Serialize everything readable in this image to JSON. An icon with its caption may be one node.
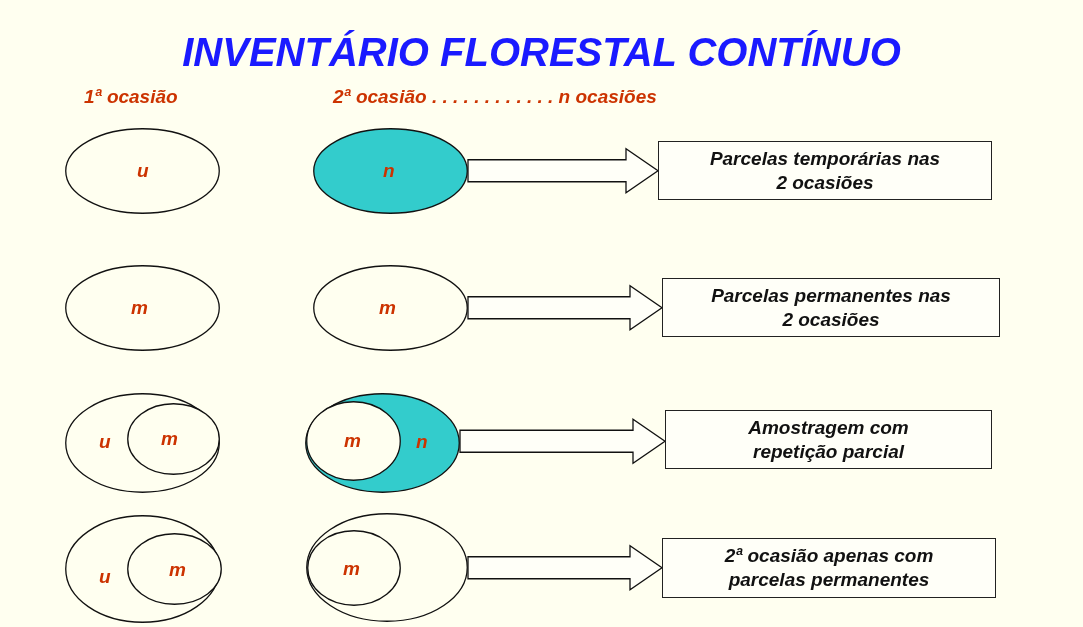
{
  "diagram": {
    "title": "INVENTÁRIO FLORESTAL CONTÍNUO",
    "nodes": [
      {
        "text": [
          "u"
        ]
      },
      {
        "text": [
          "n"
        ]
      },
      {
        "text": [
          "Parcelas temporárias nas 2 ocasiões"
        ]
      },
      {
        "text": [
          "m"
        ]
      },
      {
        "text": [
          "m"
        ]
      },
      {
        "text": [
          "Parcelas permanentes nas 2 ocasiões"
        ]
      },
      {
        "text": [
          "u"
        ]
      },
      {
        "text": [
          "m"
        ],
        "in": 6
      },
      {
        "text": [
          "n"
        ]
      },
      {
        "text": [
          "m"
        ],
        "in": 8
      },
      {
        "text": [
          "Amostragem com repetição parcial"
        ]
      },
      {
        "text": [
          "u"
        ]
      },
      {
        "text": [
          "m"
        ],
        "in": 11
      },
      {
        "text": [],
        "shape": "ellipse"
      },
      {
        "text": [
          "m"
        ],
        "in": 13
      },
      {
        "text": [
          "2ª ocasião apenas com parcelas permanentes"
        ]
      }
    ],
    "edges": [
      {
        "from": 1,
        "to": 2,
        "arrow": "to"
      },
      {
        "from": 4,
        "to": 5,
        "arrow": "to"
      },
      {
        "from": 8,
        "to": 10,
        "arrow": "to"
      },
      {
        "from": 13,
        "to": 15,
        "arrow": "to"
      }
    ],
    "labels": [
      "1ª ocasião",
      "2ª ocasião . . . . . . . . . . . . n ocasiões"
    ]
  }
}
